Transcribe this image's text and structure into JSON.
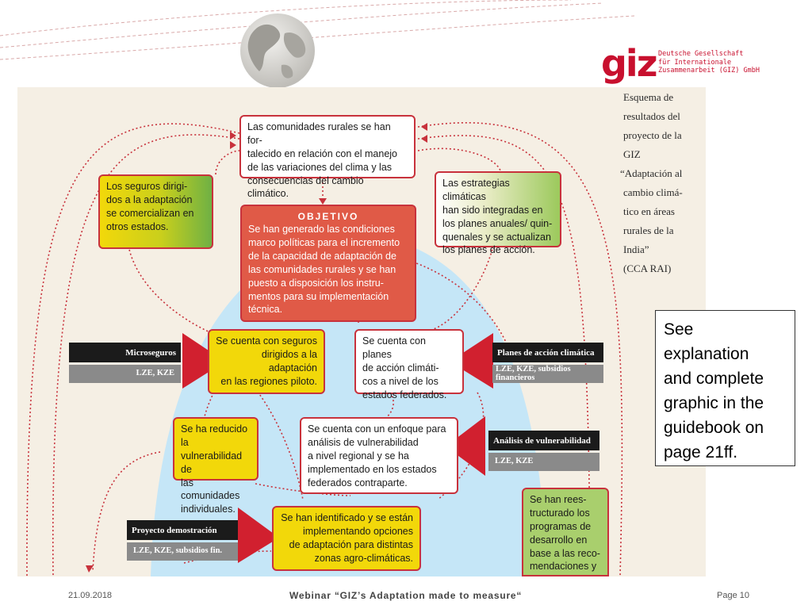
{
  "logo": {
    "mark": "giz",
    "org_lines": [
      "Deutsche Gesellschaft",
      "für Internationale",
      "Zusammenarbeit (GIZ) GmbH"
    ]
  },
  "diagram": {
    "top_box": "Las comunidades rurales se han fortalecido en relación con el manejo de las variaciones del clima y las consecuencias del cambio climático.",
    "top_box_lines": [
      "Las comunidades rurales se han for-",
      "talecido en relación con el manejo",
      "de las variaciones del clima y las",
      "consecuencias del cambio climático."
    ],
    "seguros_box_lines": [
      "Los seguros dirigi-",
      "dos a la adaptación",
      "se comercializan en",
      "otros estados."
    ],
    "estrategias_box_lines": [
      "Las estrategias climáticas",
      "han sido integradas en",
      "los planes anuales/ quin-",
      "quenales y se actualizan",
      "los planes de acción."
    ],
    "objetivo_title": "OBJETIVO",
    "objetivo_lines": [
      "Se han generado las condiciones",
      "marco políticas para el incremento",
      "de la capacidad de adaptación de",
      "las comunidades rurales y se han",
      "puesto a disposición los instru-",
      "mentos para su implementación",
      "técnica."
    ],
    "seguros_piloto_lines": [
      "Se cuenta con seguros",
      "dirigidos a la",
      "adaptación",
      "en las regiones piloto."
    ],
    "planes_accion_lines": [
      "Se cuenta con planes",
      "de acción climáti-",
      "cos a nivel de los",
      "estados federados."
    ],
    "vulnerabilidad_reducida_lines": [
      "Se ha reducido la",
      "vulnerabilidad de",
      "las comunidades",
      "individuales."
    ],
    "enfoque_lines": [
      "Se cuenta con un enfoque para",
      "análisis de vulnerabilidad",
      "a nivel regional y se ha",
      "implementado en los estados",
      "federados contraparte."
    ],
    "opciones_lines": [
      "Se han identificado y se están",
      "implementando opciones",
      "de adaptación para distintas",
      "zonas agro-climáticas."
    ],
    "programas_lines": [
      "Se han rees-",
      "tructurado los",
      "programas de",
      "desarrollo en",
      "base a las reco-",
      "mendaciones y"
    ],
    "labels": {
      "microseguros": "Microseguros",
      "microseguros_sub": "LZE, KZE",
      "planes": "Planes de acción climática",
      "planes_sub_1": "LZE, KZE, subsidios",
      "planes_sub_2": "financieros",
      "analisis": "Análisis de vulnerabilidad",
      "analisis_sub": "LZE, KZE",
      "proyecto": "Proyecto demostración",
      "proyecto_sub": "LZE, KZE, subsidios fin."
    }
  },
  "side_caption_lines": [
    "Esquema de",
    "resultados del",
    "proyecto de la",
    "GIZ",
    "“Adaptación al",
    "cambio climá-",
    "tico en áreas",
    "rurales de la",
    "India”",
    "(CCA RAI)"
  ],
  "callout_lines": [
    "See",
    "explanation",
    "and complete",
    "graphic in the",
    "guidebook on",
    "page 21ff."
  ],
  "footer": {
    "date": "21.09.2018",
    "title": "Webinar “GIZ’s Adaptation made to measure“",
    "page": "Page 10"
  },
  "colors": {
    "giz_red": "#c8102e",
    "frame_red": "#c8323c",
    "objective_fill": "#e05a47",
    "light_blue": "#c5e6f7",
    "beige": "#f5efe4",
    "yellow": "#f2d80a",
    "green": "#8fc25a"
  }
}
